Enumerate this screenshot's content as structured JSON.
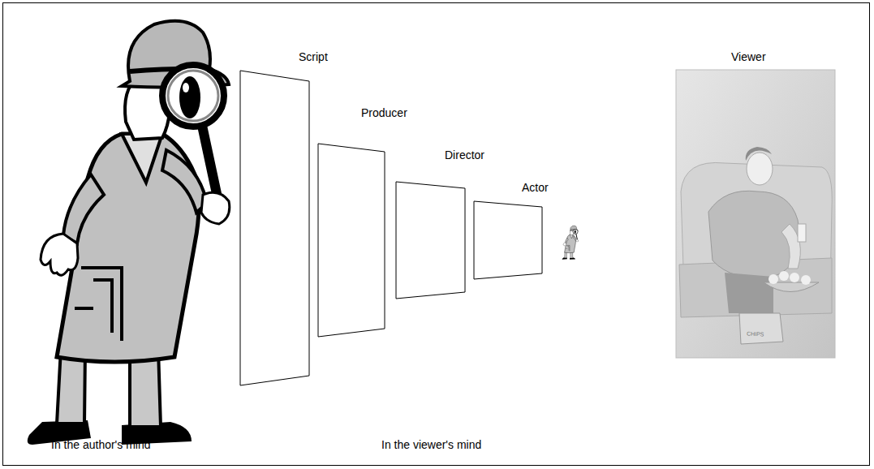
{
  "diagram": {
    "nodes": [
      {
        "text": [
          "Script"
        ]
      },
      {
        "text": [
          "Producer"
        ]
      },
      {
        "text": [
          "Director"
        ]
      },
      {
        "text": [
          "Actor"
        ]
      },
      {
        "text": [
          "Viewer"
        ]
      }
    ],
    "labels": [
      "In the author's mind",
      "In the viewer's mind",
      "CHIPS"
    ]
  }
}
